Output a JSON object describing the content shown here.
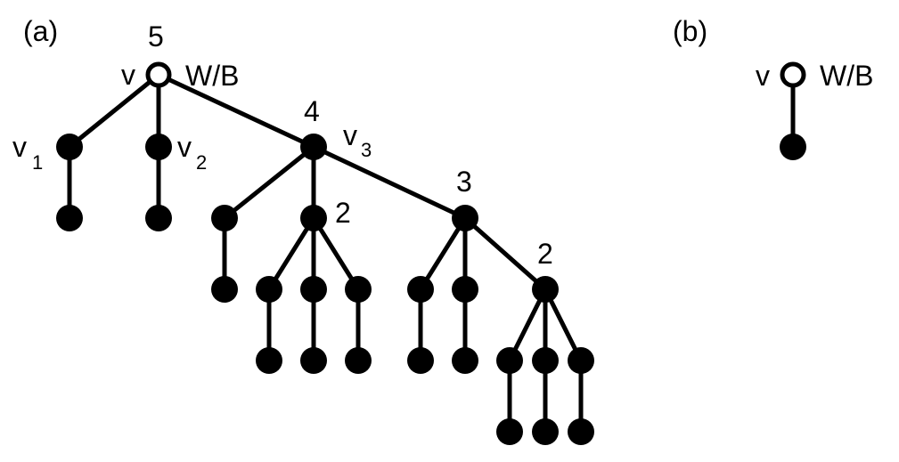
{
  "panels": [
    {
      "id": "a",
      "panel_label": "(a)",
      "root": {
        "name": "v",
        "color_label": "W/B",
        "number": "5"
      },
      "child_labels": [
        {
          "letter": "v",
          "sub": "1"
        },
        {
          "letter": "v",
          "sub": "2"
        },
        {
          "letter": "v",
          "sub": "3"
        }
      ],
      "numbers": [
        "4",
        "2",
        "3",
        "2"
      ]
    },
    {
      "id": "b",
      "panel_label": "(b)",
      "root": {
        "name": "v",
        "color_label": "W/B"
      }
    }
  ]
}
